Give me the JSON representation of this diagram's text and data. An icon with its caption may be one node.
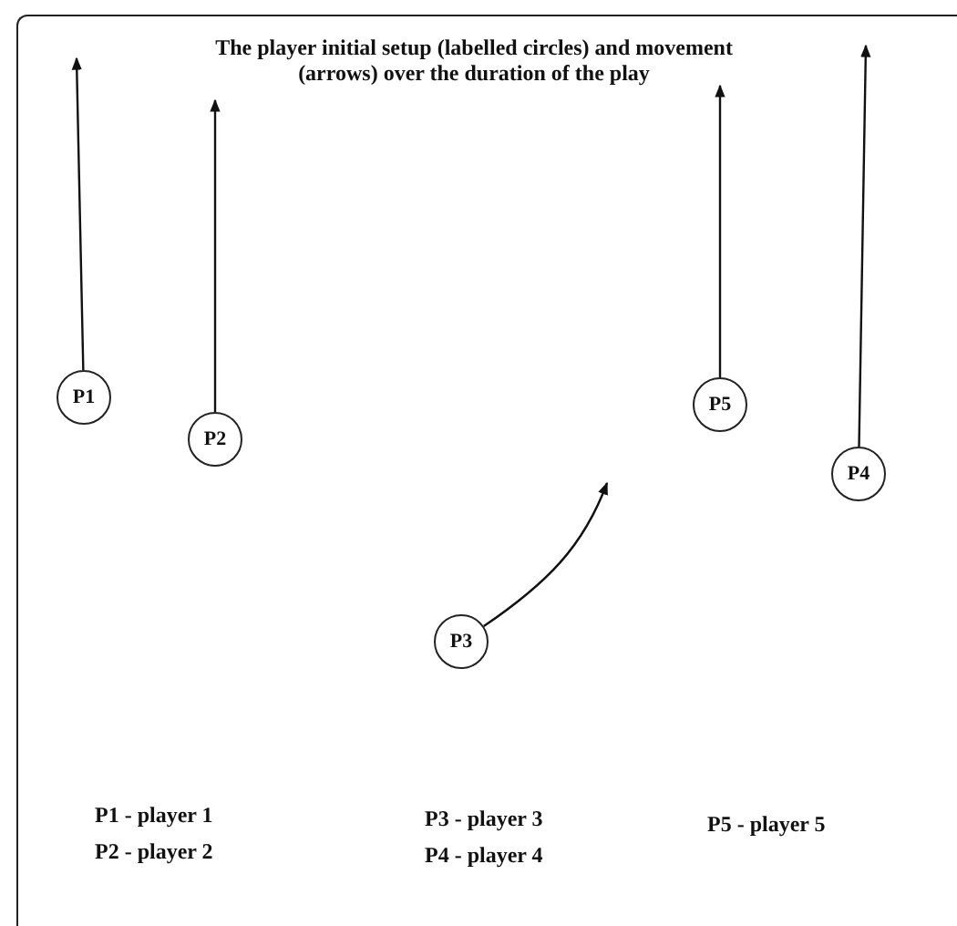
{
  "diagram": {
    "title": "The player initial setup (labelled circles) and movement (arrows) over the duration of the play",
    "nodes": [
      {
        "text": [
          "P1"
        ]
      },
      {
        "text": [
          "P2"
        ]
      },
      {
        "text": [
          "P5"
        ]
      },
      {
        "text": [
          "P4"
        ]
      },
      {
        "text": [
          "P3"
        ]
      }
    ],
    "edges": [
      {
        "from": 0,
        "to": null,
        "arrow": "to"
      },
      {
        "from": 1,
        "to": null,
        "arrow": "to"
      },
      {
        "from": 2,
        "to": null,
        "arrow": "to"
      },
      {
        "from": 3,
        "to": null,
        "arrow": "to"
      },
      {
        "from": 4,
        "to": null,
        "arrow": "to"
      }
    ],
    "labels": [
      "P1 - player 1",
      "P2 - player 2",
      "P3 - player 3",
      "P4 - player 4",
      "P5 - player 5"
    ]
  }
}
